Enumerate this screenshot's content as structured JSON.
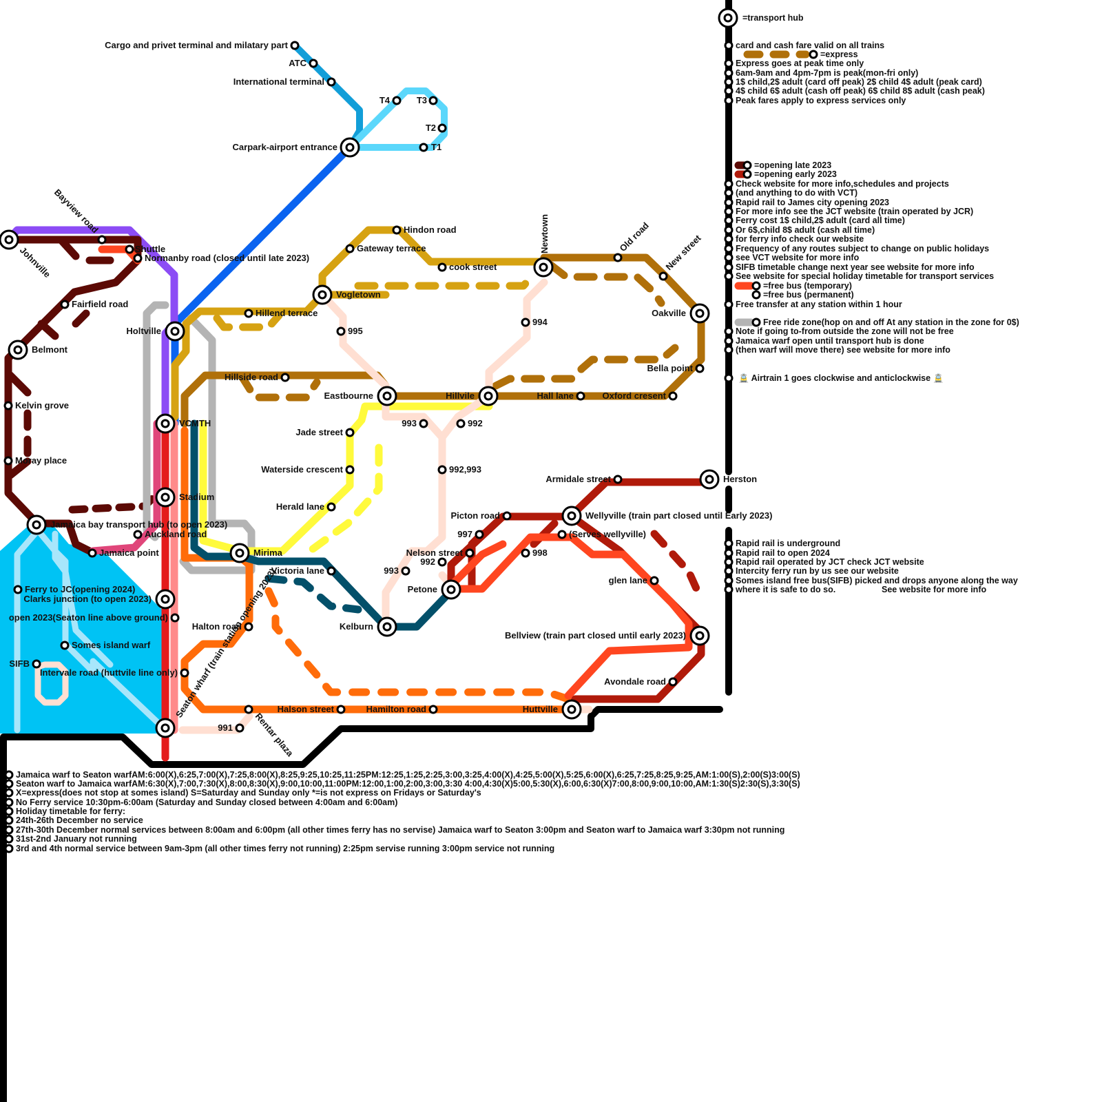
{
  "colors": {
    "mainline_black": "#000000",
    "ferry_water": "#00c3f4",
    "ferry_route": "#a8e6fb",
    "airport_blue": "#0a63f0",
    "airport_line": "#129ed8",
    "airtrain": "#5bd7fb",
    "purple": "#8c4cf5",
    "maroon": "#5c0a05",
    "gold": "#d6a212",
    "brown": "#b0700a",
    "grey": "#b4b4b4",
    "red": "#e41c1c",
    "pink_line": "#e0467a",
    "salmon": "#ff8a8a",
    "orange": "#ff6c0a",
    "yellow": "#fffa3c",
    "petrol": "#03506a",
    "peach": "#ffdfd2",
    "dark_red": "#b01a0a",
    "free_bus_temp": "#ff4620"
  },
  "stations": {
    "cargo": "Cargo and privet terminal and milatary part",
    "atc": "ATC",
    "intl": "International terminal",
    "t4": "T4",
    "t3": "T3",
    "t2": "T2",
    "t1": "T1",
    "carpark": "Carpark-airport entrance",
    "bayview": "Bayview road",
    "johnville": "Johnville",
    "shuttle": "Shuttle",
    "normanby": "Normanby road (closed until late 2023)",
    "fairfield": "Fairfield road",
    "belmont": "Belmont",
    "kelvin": "Kelvin grove",
    "moray": "Moray place",
    "hindon": "Hindon road",
    "gateway": "Gateway terrace",
    "cook": "cook street",
    "newtown": "Newtown",
    "oldroad": "Old road",
    "newstreet": "New street",
    "vogletown": "Vogletown",
    "hillend": "Hillend terrace",
    "holtville": "Holtville",
    "s995": "995",
    "s994": "994",
    "oakville": "Oakville",
    "hillside": "Hillside road",
    "bellapoint": "Bella point",
    "eastbourne": "Eastbourne",
    "hillvile": "Hillvile",
    "halllane": "Hall lane",
    "oxford": "Oxford cresent",
    "vcmth": "VCMTH",
    "jade": "Jade street",
    "s993a": "993",
    "s992a": "992",
    "s992993": "992,993",
    "waterside": "Waterside crescent",
    "armidale": "Armidale street",
    "herston": "Herston",
    "stadium": "Stadium",
    "herald": "Herald lane",
    "picton": "Picton road",
    "wellyville": "Wellyville (train part closed until Early 2023)",
    "jamaicabay": "Jamaica bay transport hub (to open 2023)",
    "auckland": "Auckland road",
    "s997": "997",
    "serves": "(Serves wellyville)",
    "jamaicapoint": "Jamaica point",
    "mirima": "Mirima",
    "nelson": "Nelson street",
    "s998": "998",
    "s992b": "992",
    "victoria": "Victoria lane",
    "s993b": "993",
    "glen": "glen lane",
    "ferryjc": "Ferry to JC(opening 2024)",
    "clarks": "Clarks junction (to open 2023)",
    "petone": "Petone",
    "open2023": "open 2023(Seaton line above ground)",
    "seatonwharf": "Seaton wharf (train station opening 2023)",
    "kelburn": "Kelburn",
    "halton": "Halton road",
    "bellview": "Bellview (train part closed until early 2023)",
    "somes": "Somes island warf",
    "sifb": "SIFB",
    "intervale": "Intervale road (huttvile line only)",
    "avondale": "Avondale road",
    "halson": "Halson street",
    "hamilton": "Hamilton road",
    "huttville": "Huttville",
    "s991": "991",
    "rentar": "Rentar plaza"
  },
  "legend_right": {
    "hub": "=transport hub",
    "card": "card and cash fare valid on all trains",
    "express": "=express",
    "peak_only": "Express goes at peak time only",
    "peak_hours": "6am-9am and 4pm-7pm is peak(mon-fri only)",
    "fare1": "1$ child,2$ adult (card off peak) 2$ child 4$ adult (peak card)",
    "fare2": "4$ child 6$ adult (cash off peak) 6$ child 8$ adult (cash peak)",
    "fare3": "Peak fares apply to express services only",
    "late": "=opening late 2023",
    "early": "=opening early 2023",
    "n1": "Check website for more info,schedules and projects",
    "n2": "(and anything to do with VCT)",
    "n3": "Rapid rail to James city opening 2023",
    "n4": "For more info see the JCT website (train operated by JCR)",
    "n5": "Ferry cost 1$ child,2$ adult (card all time)",
    "n6": "Or 6$,child 8$ adult (cash all time)",
    "n7": "for ferry info check our website",
    "n8": "Frequency of any routes subject to change on public holidays",
    "n9": "see VCT website for more info",
    "n10": "SIFB timetable change next year see website for more info",
    "n11": "See website for special holiday timetable for transport services",
    "freebus_temp": "=free bus (temporary)",
    "freebus_perm": "=free bus (permanent)",
    "transfer": "Free transfer at any station within 1 hour",
    "freeride": "Free ride zone(hop on and off At any station in the zone for 0$)",
    "n12": "Note if going to-from outside the zone will not be free",
    "n13": "Jamaica warf open until transport hub is done",
    "n14": "(then warf will move there) see website for more info",
    "airtrain": "🚊 Airtrain 1 goes clockwise and anticlockwise 🚊",
    "r1": "Rapid rail is underground",
    "r2": "Rapid rail to open 2024",
    "r3": "Rapid rail operated by JCT check JCT website",
    "r4": "Intercity ferry run by us see our website",
    "r5": "Somes island free bus(SIFB) picked and drops anyone along the way",
    "r6": "where it is safe to do so.",
    "r7": "See website for more info"
  },
  "ferry_timetable": [
    "Jamaica warf to Seaton warfAM:6:00(X),6:25,7:00(X),7:25,8:00(X),8:25,9:25,10:25,11:25PM:12:25,1:25,2:25,3:00,3:25,4:00(X),4:25,5:00(X),5:25,6:00(X),6:25,7:25,8:25,9:25,AM:1:00(S),2:00(S)3:00(S)",
    "Seaton warf to Jamaica warfAM:6:30(X),7:00,7:30(X),8:00,8:30(X),9:00,10:00,11:00PM:12:00,1:00,2:00,3:00,3:30 4:00,4:30(X)5:00,5:30(X),6:00,6:30(X)7:00,8:00,9:00,10:00,AM:1:30(S)2:30(S),3:30(S)",
    "X=express(does not stop at somes island) S=Saturday and Sunday only *=is not express on Fridays or Saturday's",
    "No Ferry service 10:30pm-6:00am (Saturday and Sunday closed between 4:00am and 6:00am)",
    "Holiday timetable for ferry:",
    "24th-26th December no service",
    "27th-30th December normal services between 8:00am and 6:00pm (all other times ferry has no servise) Jamaica warf to Seaton 3:00pm and Seaton warf to Jamaica warf 3:30pm not running",
    "31st-2nd January not running",
    "3rd and 4th normal service between 9am-3pm (all other times ferry not running) 2:25pm servise running 3:00pm service not running"
  ]
}
